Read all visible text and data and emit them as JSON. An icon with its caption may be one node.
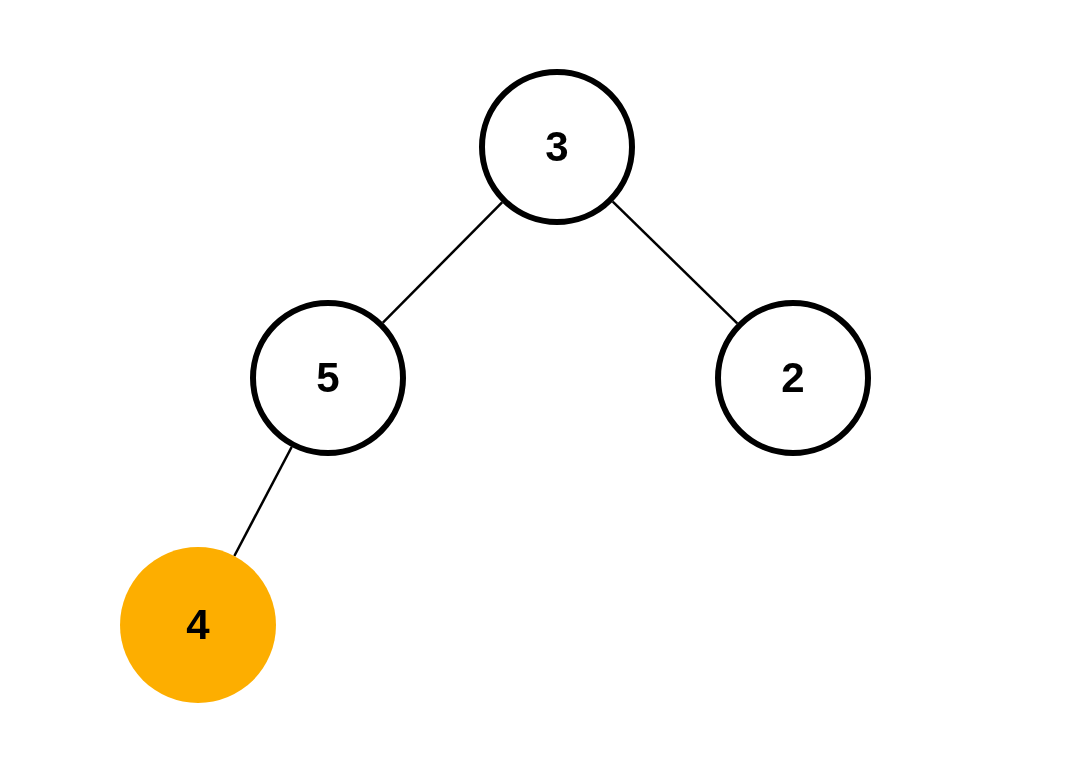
{
  "diagram": {
    "nodes": [
      {
        "text": [
          "3"
        ]
      },
      {
        "text": [
          "5"
        ]
      },
      {
        "text": [
          "2"
        ]
      },
      {
        "text": [
          "4"
        ]
      }
    ],
    "edges": [
      {
        "from": 0,
        "to": 1,
        "arrow": "none"
      },
      {
        "from": 0,
        "to": 2,
        "arrow": "none"
      },
      {
        "from": 1,
        "to": 3,
        "arrow": "none"
      }
    ]
  }
}
